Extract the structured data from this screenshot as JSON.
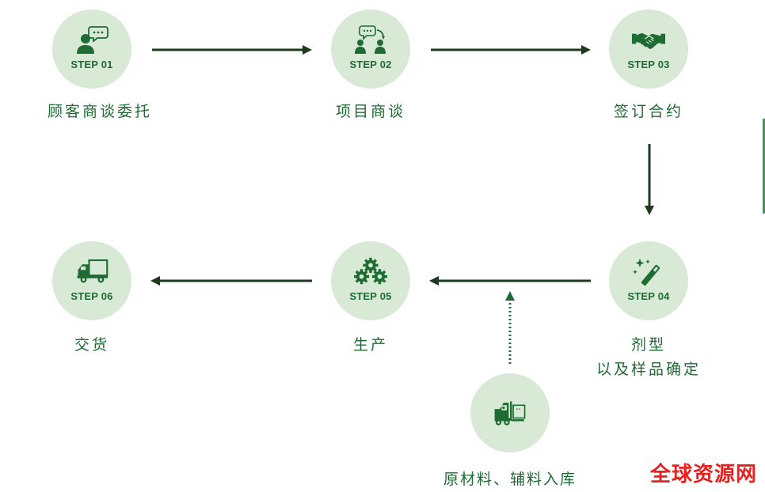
{
  "steps": [
    {
      "id": "01",
      "label": "STEP 01",
      "caption": "顾客商谈委托",
      "icon": "consultant-speech-icon"
    },
    {
      "id": "02",
      "label": "STEP 02",
      "caption": "项目商谈",
      "icon": "discussion-icon"
    },
    {
      "id": "03",
      "label": "STEP 03",
      "caption": "签订合约",
      "icon": "handshake-icon"
    },
    {
      "id": "04",
      "label": "STEP 04",
      "caption_line1": "剂型",
      "caption_line2": "以及样品确定",
      "icon": "magic-wand-icon"
    },
    {
      "id": "05",
      "label": "STEP 05",
      "caption": "生产",
      "icon": "gears-icon"
    },
    {
      "id": "06",
      "label": "STEP 06",
      "caption": "交货",
      "icon": "truck-icon"
    }
  ],
  "materials": {
    "caption": "原材料、辅料入库",
    "icon": "forklift-icon"
  },
  "watermark": "全球资源网",
  "colors": {
    "circle_fill": "#d8ead5",
    "icon_green": "#1f6b34",
    "arrow": "#1e3a1e",
    "watermark": "#e8201e"
  }
}
